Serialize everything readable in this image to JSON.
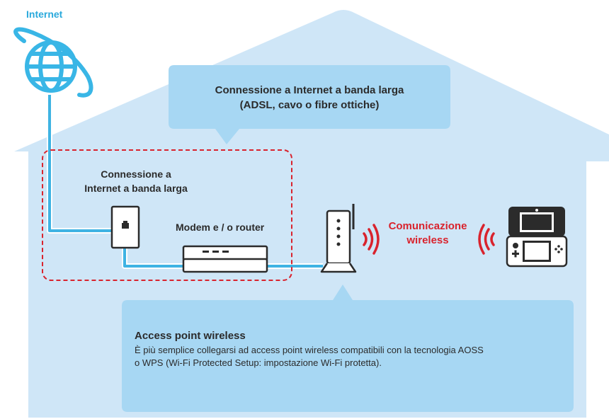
{
  "internet": {
    "label": "Internet",
    "icon": "globe-icon"
  },
  "callout_top": {
    "line1": "Connessione a Internet a banda larga",
    "line2": "(ADSL, cavo o fibre ottiche)"
  },
  "wall_jack": {
    "line1": "Connessione a",
    "line2": "Internet a banda larga",
    "icon": "wall-jack-icon"
  },
  "modem": {
    "label": "Modem e / o router",
    "icon": "modem-router-icon"
  },
  "access_point": {
    "icon": "wireless-access-point-icon"
  },
  "wireless": {
    "line1": "Comunicazione",
    "line2": "wireless",
    "icon_left": "signal-waves-icon",
    "icon_right": "signal-waves-icon"
  },
  "console": {
    "icon": "handheld-console-icon"
  },
  "info_box": {
    "title": "Access point wireless",
    "line1": "È più semplice collegarsi ad access point wireless compatibili con la tecnologia AOSS",
    "line2": "o WPS  (Wi-Fi Protected Setup: impostazione Wi-Fi protetta)."
  },
  "colors": {
    "house_fill": "#cfe6f7",
    "callout_fill": "#a7d7f3",
    "cable": "#3fb3e3",
    "accent_red": "#d9232d",
    "globe": "#39b6e6",
    "dashed_border": "#d9232d",
    "text_dark": "#2b2b2b"
  }
}
